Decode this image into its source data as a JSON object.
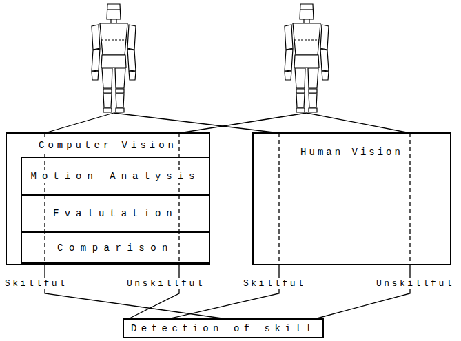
{
  "diagram": {
    "nodes": [
      {
        "text": [
          "Computer Vision"
        ]
      },
      {
        "text": [
          "Motion Analysis"
        ],
        "in": 0
      },
      {
        "text": [
          "Evalutation"
        ],
        "in": 0
      },
      {
        "text": [
          "Comparison"
        ],
        "in": 0
      },
      {
        "text": [
          "Human Vision"
        ]
      },
      {
        "text": [
          "Detection of skill"
        ]
      }
    ],
    "edges": [
      {
        "from": 0,
        "to": 5,
        "arrow": "none"
      },
      {
        "from": 0,
        "to": 5,
        "arrow": "none"
      },
      {
        "from": 4,
        "to": 5,
        "arrow": "none"
      },
      {
        "from": 4,
        "to": 5,
        "arrow": "none"
      }
    ],
    "labels": [
      "Skillful",
      "Unskillful",
      "Skillful",
      "Unskillful"
    ]
  }
}
